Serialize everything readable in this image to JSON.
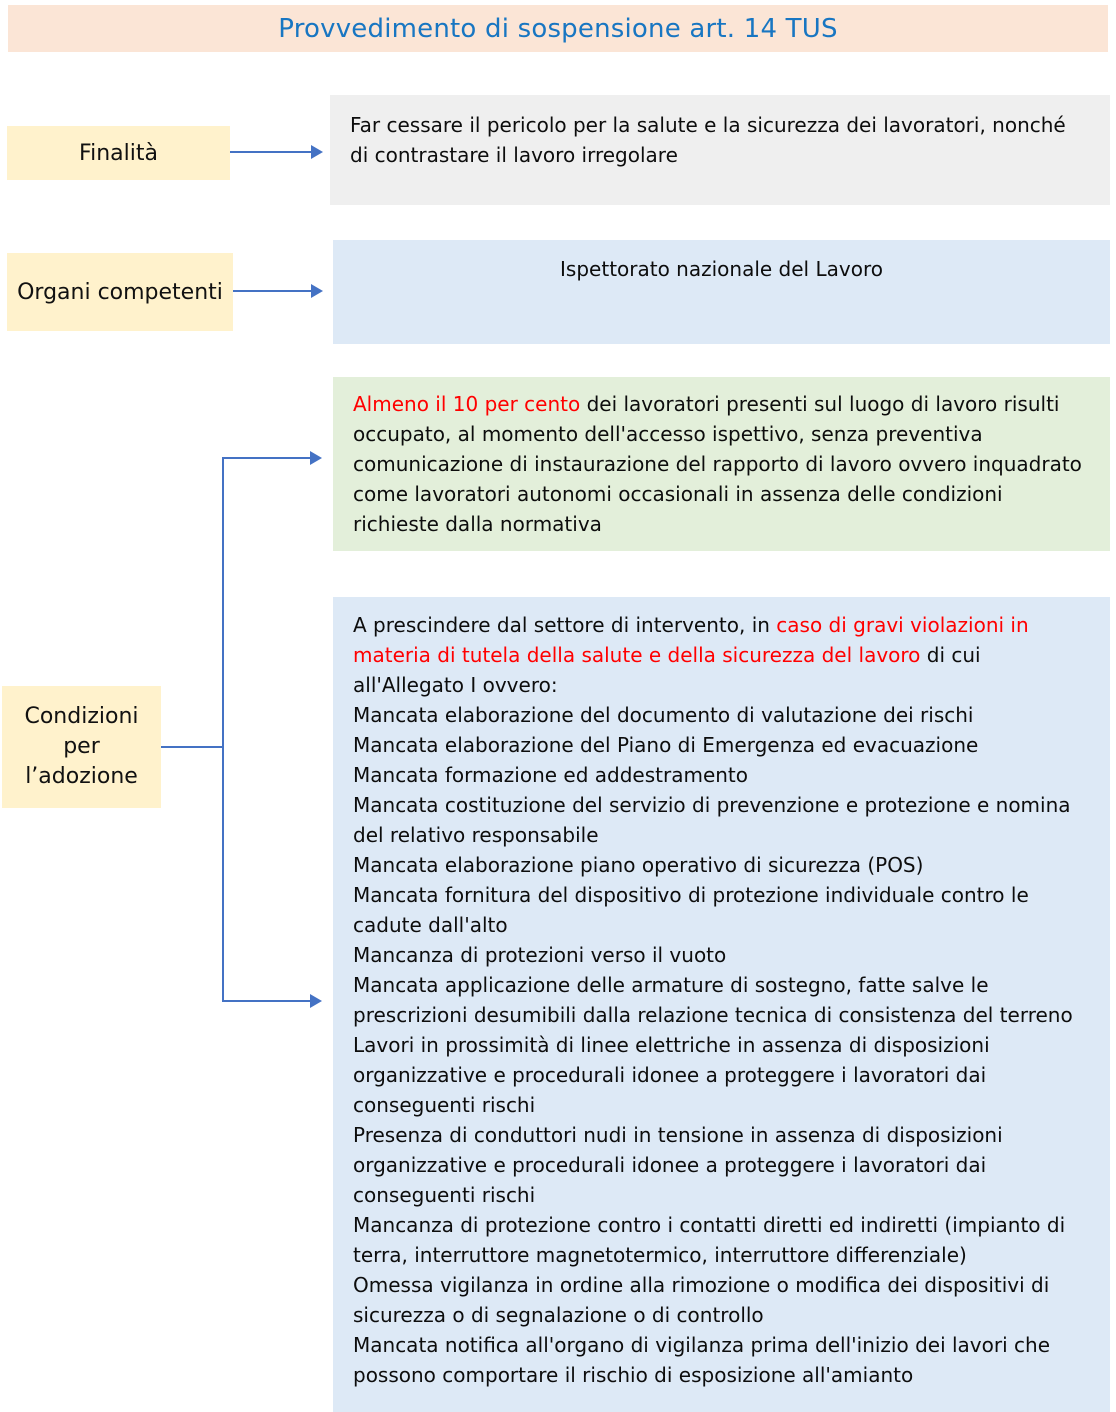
{
  "title": "Provvedimento di sospensione art. 14 TUS",
  "colors": {
    "banner_background": "#fbe5d6",
    "title_blue": "#1876c2",
    "label_yellow": "#fff2cc",
    "gray_box": "#efefef",
    "blue_box": "#dde9f6",
    "green_box": "#e3efda",
    "arrow_blue": "#4472c4",
    "highlight_red": "#ff0000",
    "text_black": "#0d0d0d"
  },
  "labels": [
    {
      "text": "Finalità"
    },
    {
      "text": "Organi competenti"
    },
    {
      "text": "Condizioni\nper\nl’adozione"
    }
  ],
  "boxes": {
    "purpose": {
      "text": "Far cessare il pericolo per la salute e la sicurezza dei lavoratori, nonché di contrastare il lavoro irregolare"
    },
    "authority": {
      "text": "Ispettorato nazionale del Lavoro"
    },
    "condition_threshold": {
      "segments": [
        {
          "text": "Almeno il 10 per cento ",
          "color": "#ff0000"
        },
        {
          "text": "dei lavoratori presenti sul luogo di lavoro risulti occupato, al momento dell'accesso ispettivo, senza preventiva comunicazione di instaurazione del rapporto di lavoro ovvero inquadrato come lavoratori autonomi occasionali in assenza delle condizioni richieste dalla normativa",
          "color": "#0d0d0d"
        }
      ]
    },
    "condition_violations": {
      "intro_segments": [
        {
          "text": "A prescindere dal settore di intervento, in ",
          "color": "#0d0d0d"
        },
        {
          "text": "caso di gravi violazioni in materia di tutela della salute e della sicurezza del lavoro",
          "color": "#ff0000"
        },
        {
          "text": " di cui all'Allegato I ovvero:",
          "color": "#0d0d0d"
        }
      ],
      "violations": [
        "Mancata elaborazione del documento di valutazione dei rischi",
        "Mancata elaborazione del Piano di Emergenza ed evacuazione",
        "Mancata formazione ed addestramento",
        "Mancata costituzione del servizio di prevenzione e protezione e nomina del relativo responsabile",
        "Mancata elaborazione piano operativo di sicurezza (POS)",
        "Mancata fornitura del dispositivo di protezione individuale contro le cadute dall'alto",
        "Mancanza di protezioni verso il vuoto",
        "Mancata applicazione delle armature di sostegno, fatte salve le prescrizioni desumibili dalla relazione tecnica di consistenza del terreno",
        "Lavori in prossimità di linee elettriche in assenza di disposizioni organizzative e procedurali idonee a proteggere i lavoratori dai conseguenti rischi",
        "Presenza di conduttori nudi in tensione in assenza di disposizioni organizzative e procedurali idonee a proteggere i lavoratori dai conseguenti rischi",
        "Mancanza di protezione contro i contatti diretti ed indiretti (impianto di terra, interruttore magnetotermico, interruttore differenziale)",
        "Omessa vigilanza in ordine alla rimozione o modifica dei dispositivi di sicurezza o di segnalazione o di controllo",
        "Mancata notifica all'organo di vigilanza prima dell'inizio dei lavori che possono comportare il rischio di esposizione all'amianto"
      ]
    }
  }
}
